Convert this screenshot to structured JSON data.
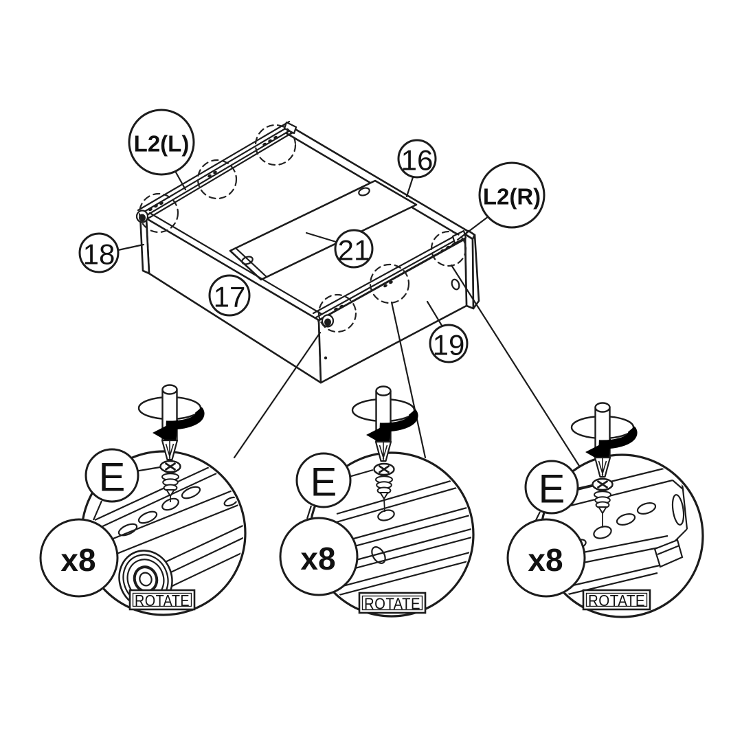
{
  "figure": {
    "background": "#ffffff",
    "line_color": "#1c1c1c",
    "callouts": {
      "rail_left": "L2(L)",
      "rail_right": "L2(R)",
      "part_16": "16",
      "part_17": "17",
      "part_18": "18",
      "part_19": "19",
      "part_21": "21"
    },
    "detail_views": [
      {
        "screw_label": "E",
        "quantity": "x8",
        "action": "ROTATE"
      },
      {
        "screw_label": "E",
        "quantity": "x8",
        "action": "ROTATE"
      },
      {
        "screw_label": "E",
        "quantity": "x8",
        "action": "ROTATE"
      }
    ]
  }
}
